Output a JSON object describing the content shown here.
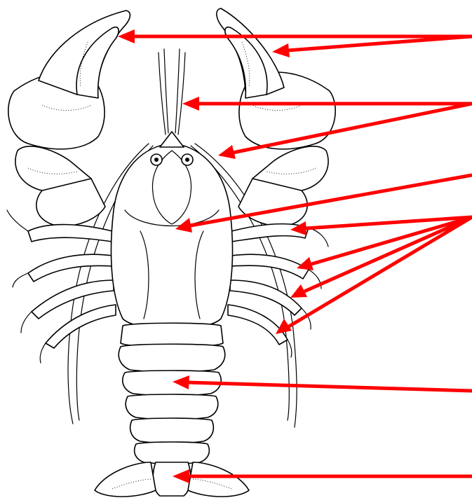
{
  "figure": {
    "subject": "crayfish-dorsal-view",
    "arrow_color": "#ff0000",
    "line_color": "#000000",
    "background": "#ffffff"
  },
  "callouts": [
    {
      "id": "claws",
      "label": "",
      "arrow_count": 2
    },
    {
      "id": "antennae",
      "label": "",
      "arrow_count": 2
    },
    {
      "id": "cephalothorax",
      "label": "",
      "arrow_count": 1
    },
    {
      "id": "walking-legs",
      "label": "",
      "arrow_count": 4
    },
    {
      "id": "abdomen",
      "label": "",
      "arrow_count": 1
    },
    {
      "id": "tail-fan",
      "label": "",
      "arrow_count": 1
    }
  ]
}
